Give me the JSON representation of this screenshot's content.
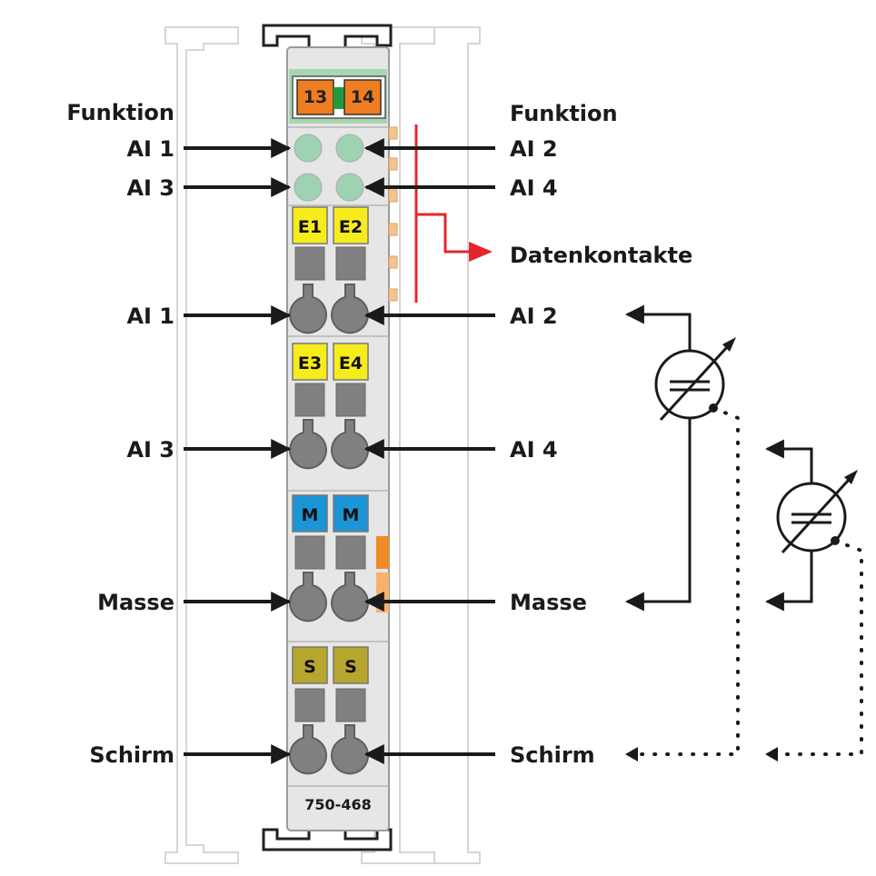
{
  "module": {
    "part_number": "750-468",
    "top_connectors": [
      "13",
      "14"
    ],
    "terminals": [
      {
        "left": "E1",
        "right": "E2"
      },
      {
        "left": "E3",
        "right": "E4"
      },
      {
        "left": "M",
        "right": "M"
      },
      {
        "left": "S",
        "right": "S"
      }
    ]
  },
  "left_labels": {
    "heading": "Funktion",
    "led_1": "AI 1",
    "led_2": "AI 3",
    "clamp_1": "AI 1",
    "clamp_2": "AI 3",
    "clamp_3": "Masse",
    "clamp_4": "Schirm"
  },
  "right_labels": {
    "heading": "Funktion",
    "led_1": "AI 2",
    "led_2": "AI 4",
    "datenkontakte": "Datenkontakte",
    "clamp_1": "AI 2",
    "clamp_2": "AI 4",
    "clamp_3": "Masse",
    "clamp_4": "Schirm"
  },
  "colors": {
    "module_body": "#e6e6e6",
    "module_outline": "#9a9a9a",
    "led": "#9dd3b3",
    "connector_orange": "#ef7d22",
    "connector_green": "#1f9b3e",
    "connector_bg": "#a9d6b2",
    "terminal_yellow": "#f6ec1c",
    "terminal_blue": "#1b95d6",
    "terminal_olive": "#b7a62e",
    "clamp_grey": "#808080",
    "arrow": "#1a1a1a",
    "data_contact_arrow": "#e3262b"
  }
}
